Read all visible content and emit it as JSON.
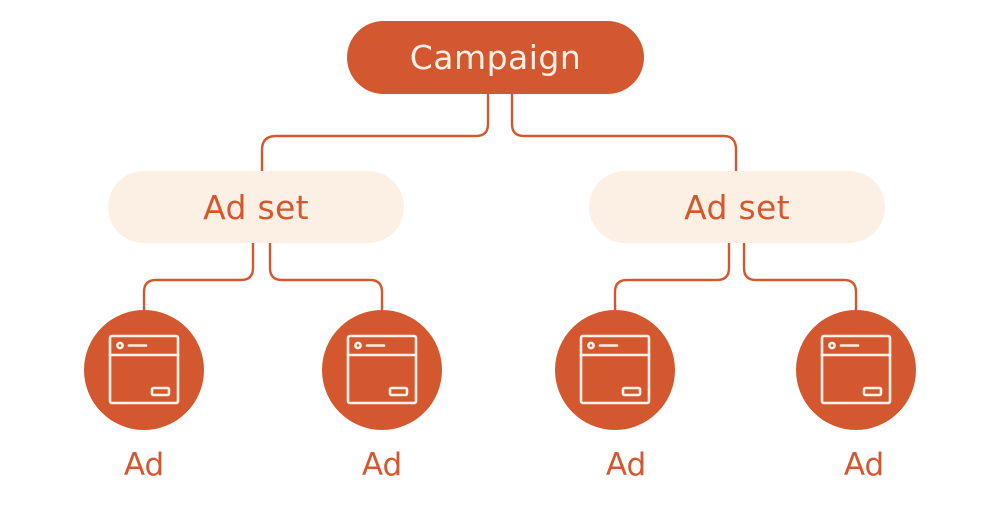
{
  "colors": {
    "accent": "#d4582f",
    "accent_light": "#fcefe4",
    "on_accent": "#fdf0e7",
    "connector": "#d4582f"
  },
  "campaign": {
    "label": "Campaign"
  },
  "ad_sets": [
    {
      "label": "Ad set",
      "ads": [
        {
          "label": "Ad",
          "icon": "ad-window-icon"
        },
        {
          "label": "Ad",
          "icon": "ad-window-icon"
        }
      ]
    },
    {
      "label": "Ad set",
      "ads": [
        {
          "label": "Ad",
          "icon": "ad-window-icon"
        },
        {
          "label": "Ad",
          "icon": "ad-window-icon"
        }
      ]
    }
  ]
}
